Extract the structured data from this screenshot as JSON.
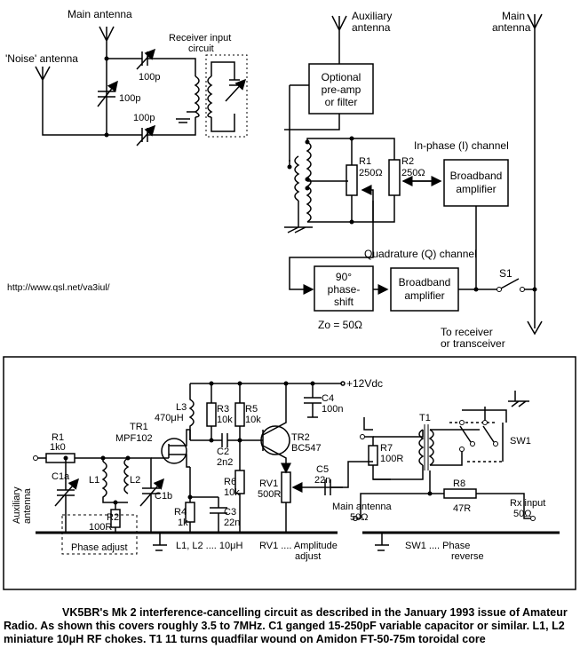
{
  "top_diagram": {
    "main_antenna_left": "Main antenna",
    "noise_antenna": "'Noise' antenna",
    "receiver_input_circuit": [
      "Receiver input",
      "circuit"
    ],
    "cap_100p": "100p",
    "aux_antenna": [
      "Auxiliary",
      "antenna"
    ],
    "main_antenna_right": [
      "Main",
      "antenna"
    ],
    "optional_box": [
      "Optional",
      "pre-amp",
      "or filter"
    ],
    "r1_label": "R1",
    "r1_value": "250Ω",
    "r2_label": "R2",
    "r2_value": "250Ω",
    "in_phase_channel": "In-phase (I) channel",
    "broadband_amp_1": [
      "Broadband",
      "amplifier"
    ],
    "quadrature_channel": "Quadrature (Q) channel",
    "phase_shift_box": [
      "90°",
      "phase-",
      "shift"
    ],
    "zo_label": "Zo = 50Ω",
    "broadband_amp_2": [
      "Broadband",
      "amplifier"
    ],
    "s1_label": "S1",
    "to_receiver": [
      "To receiver",
      "or transceiver"
    ]
  },
  "url_text": "http://www.qsl.net/va3iul/",
  "bottom_diagram": {
    "supply": "+12Vdc",
    "r1": [
      "R1",
      "1k0"
    ],
    "aux_ant_side": [
      "Auxiliary",
      "antenna"
    ],
    "c1a": "C1a",
    "l1": "L1",
    "l2": "L2",
    "r2": [
      "R2",
      "100R"
    ],
    "tr1": [
      "TR1",
      "MPF102"
    ],
    "c1b": "C1b",
    "phase_adjust": "Phase adjust",
    "l3": [
      "L3",
      "470μH"
    ],
    "r3": [
      "R3",
      "10k"
    ],
    "r5": [
      "R5",
      "10k"
    ],
    "c2": [
      "C2",
      "2n2"
    ],
    "r4": [
      "R4",
      "1k"
    ],
    "c3": [
      "C3",
      "22n"
    ],
    "l_note": "L1, L2 .... 10μH",
    "r6": [
      "R6",
      "10k"
    ],
    "tr2": [
      "TR2",
      "BC547"
    ],
    "rv1": [
      "RV1",
      "500R"
    ],
    "rv1_note": [
      "RV1 .... Amplitude",
      "adjust"
    ],
    "c4": [
      "C4",
      "100n"
    ],
    "c5": [
      "C5",
      "22n"
    ],
    "r7": [
      "R7",
      "100R"
    ],
    "t1": "T1",
    "sw1": "SW1",
    "main_antenna": [
      "Main antenna",
      "50Ω"
    ],
    "r8": [
      "R8",
      "47R"
    ],
    "rx_input": [
      "Rx input",
      "50Ω"
    ],
    "sw1_note": [
      "SW1 .... Phase",
      "reverse"
    ]
  },
  "caption": "VK5BR's Mk 2 interference-cancelling circuit as described in the January 1993 issue of Amateur Radio. As shown this covers roughly 3.5 to 7MHz. C1 ganged 15-250pF variable capacitor or similar. L1, L2 miniature 10μH RF chokes. T1 11 turns quadfilar wound on Amidon FT-50-75m toroidal core"
}
